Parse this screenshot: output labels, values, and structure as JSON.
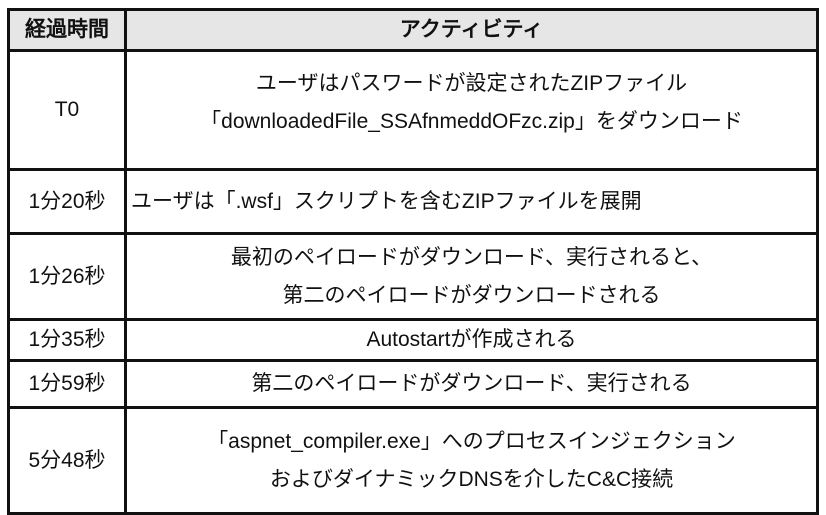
{
  "headers": {
    "time": "経過時間",
    "activity": "アクティビティ"
  },
  "rows": [
    {
      "time": "T0",
      "line1": "ユーザはパスワードが設定されたZIPファイル",
      "line2": "「downloadedFile_SSAfnmeddOFzc.zip」をダウンロード"
    },
    {
      "time": "1分20秒",
      "line1": "ユーザは「.wsf」スクリプトを含むZIPファイルを展開"
    },
    {
      "time": "1分26秒",
      "line1": "最初のペイロードがダウンロード、実行されると、",
      "line2": "第二のペイロードがダウンロードされる"
    },
    {
      "time": "1分35秒",
      "line1": "Autostartが作成される"
    },
    {
      "time": "1分59秒",
      "line1": "第二のペイロードがダウンロード、実行される"
    },
    {
      "time": "5分48秒",
      "line1": "「aspnet_compiler.exe」へのプロセスインジェクション",
      "line2": "およびダイナミックDNSを介したC&C接続"
    }
  ]
}
